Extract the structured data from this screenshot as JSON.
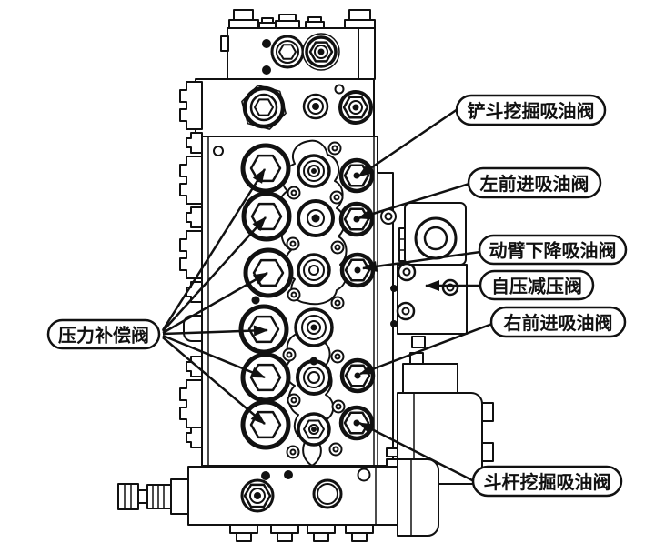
{
  "figure": {
    "background_color": "#ffffff",
    "line_color": "#111111",
    "kind": "hydraulic-control-valve line drawing with callouts"
  },
  "callouts": [
    {
      "id": "bucket-dig-suction-valve",
      "label": "铲斗挖掘吸油阀"
    },
    {
      "id": "left-travel-suction-valve",
      "label": "左前进吸油阀"
    },
    {
      "id": "boom-lower-suction-valve",
      "label": "动臂下降吸油阀"
    },
    {
      "id": "self-pressure-reducing-valve",
      "label": "自压减压阀"
    },
    {
      "id": "right-travel-suction-valve",
      "label": "右前进吸油阀"
    },
    {
      "id": "pressure-compensation-valve",
      "label": "压力补偿阀"
    },
    {
      "id": "arm-dig-suction-valve",
      "label": "斗杆挖掘吸油阀"
    }
  ]
}
